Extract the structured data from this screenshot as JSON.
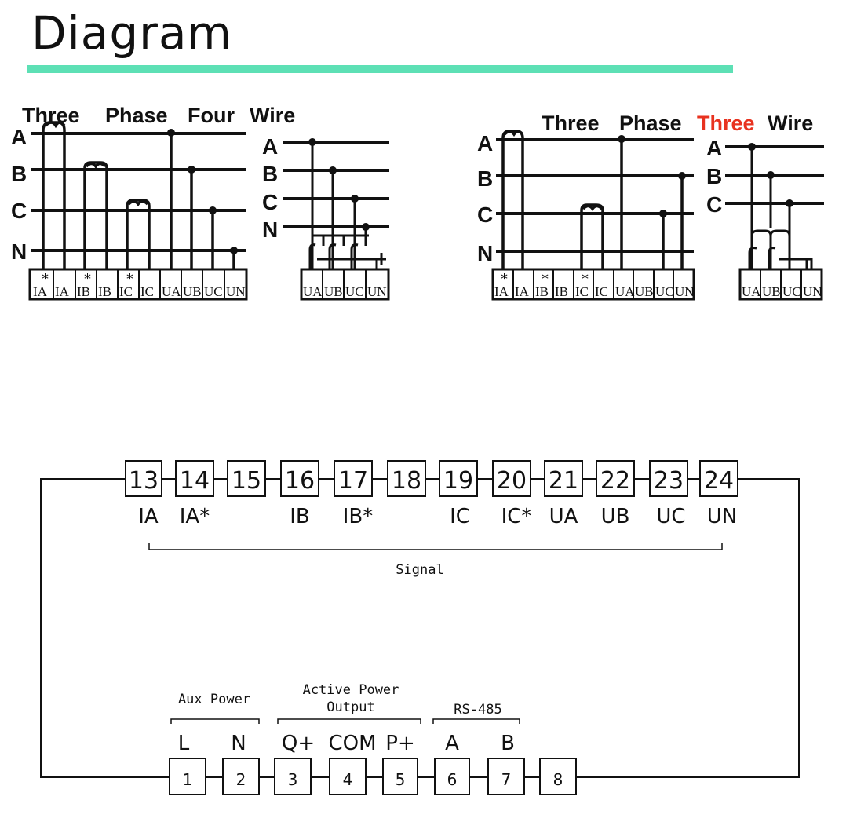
{
  "header": {
    "title": "Diagram",
    "accent_color": "#5de0b5"
  },
  "diagram_left": {
    "title": {
      "part1": "Three",
      "part2": "Phase",
      "part3": "Four",
      "part4": "Wire"
    },
    "line_labels": [
      "A",
      "B",
      "C",
      "N"
    ],
    "terminals": [
      "IA",
      "IA",
      "IB",
      "IB",
      "IC",
      "IC",
      "UA",
      "UB",
      "UC",
      "UN"
    ],
    "pt_line_labels": [
      "A",
      "B",
      "C",
      "N"
    ],
    "pt_terminals": [
      "UA",
      "UB",
      "UC",
      "UN"
    ]
  },
  "diagram_right": {
    "title": {
      "part1": "Three",
      "part2": "Phase",
      "part3": "Three",
      "part4": "Wire"
    },
    "highlight_color": "#e8321f",
    "line_labels": [
      "A",
      "B",
      "C",
      "N"
    ],
    "terminals": [
      "IA",
      "IA",
      "IB",
      "IB",
      "IC",
      "IC",
      "UA",
      "UB",
      "UC",
      "UN"
    ],
    "pt_line_labels": [
      "A",
      "B",
      "C"
    ],
    "pt_terminals": [
      "UA",
      "UB",
      "UC",
      "UN"
    ]
  },
  "terminal_block": {
    "top_terminals": [
      {
        "num": "13",
        "label": "IA"
      },
      {
        "num": "14",
        "label": "IA*"
      },
      {
        "num": "15",
        "label": ""
      },
      {
        "num": "16",
        "label": "IB"
      },
      {
        "num": "17",
        "label": "IB*"
      },
      {
        "num": "18",
        "label": ""
      },
      {
        "num": "19",
        "label": "IC"
      },
      {
        "num": "20",
        "label": "IC*"
      },
      {
        "num": "21",
        "label": "UA"
      },
      {
        "num": "22",
        "label": "UB"
      },
      {
        "num": "23",
        "label": "UC"
      },
      {
        "num": "24",
        "label": "UN"
      }
    ],
    "signal_label": "Signal",
    "group_aux": "Aux Power",
    "group_active_1": "Active Power",
    "group_active_2": "Output",
    "group_rs485": "RS-485",
    "bottom_terminals": [
      {
        "num": "1",
        "label": "L"
      },
      {
        "num": "2",
        "label": "N"
      },
      {
        "num": "3",
        "label": "Q+"
      },
      {
        "num": "4",
        "label": "COM"
      },
      {
        "num": "5",
        "label": "P+"
      },
      {
        "num": "6",
        "label": "A"
      },
      {
        "num": "7",
        "label": "B"
      },
      {
        "num": "8",
        "label": ""
      }
    ]
  }
}
